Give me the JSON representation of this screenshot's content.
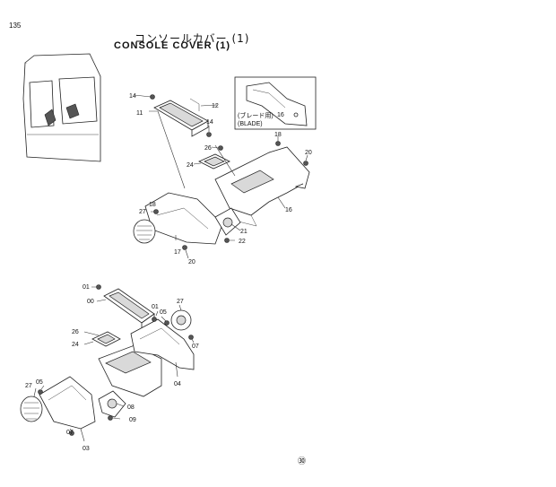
{
  "page": {
    "number": "135",
    "title_jp": "コンソールカバー (1)",
    "title_en": "CONSOLE COVER (1)",
    "footer_mark": "㉚"
  },
  "inset": {
    "label_jp": "(ブレード用)",
    "label_en": "(BLADE)",
    "part_label": "16"
  },
  "upper_callouts": [
    "14",
    "11",
    "12",
    "14",
    "26",
    "24",
    "18",
    "20",
    "16",
    "27",
    "18",
    "17",
    "20",
    "21",
    "22"
  ],
  "lower_callouts": [
    "01",
    "00",
    "01",
    "05",
    "27",
    "07",
    "26",
    "24",
    "05",
    "27",
    "04",
    "08",
    "09",
    "07",
    "03"
  ]
}
